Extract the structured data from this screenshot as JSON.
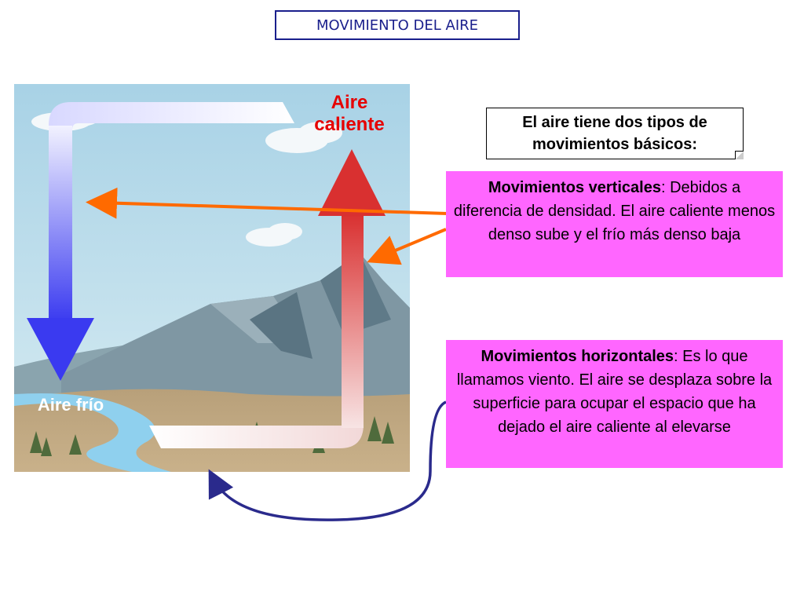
{
  "title": "MOVIMIENTO DEL AIRE",
  "labels": {
    "hot_air": "Aire caliente",
    "cold_air": "Aire frío"
  },
  "note": "El aire tiene dos tipos de movimientos básicos:",
  "vertical": {
    "heading": "Movimientos verticales",
    "text": ": Debidos a diferencia de densidad. El aire caliente menos denso sube y el frío más denso baja"
  },
  "horizontal": {
    "heading": "Movimientos horizontales",
    "text": ": Es lo que llamamos viento. El aire se desplaza sobre la superficie para ocupar el espacio que ha dejado el aire caliente al elevarse"
  },
  "colors": {
    "title_border": "#1a1f8c",
    "hot_label": "#e60000",
    "info_box_bg": "#ff66ff",
    "orange_arrow": "#ff6a00",
    "navy_arrow": "#2a2a8c",
    "cold_arrow": "#3a3af0",
    "hot_arrow": "#d93030"
  }
}
